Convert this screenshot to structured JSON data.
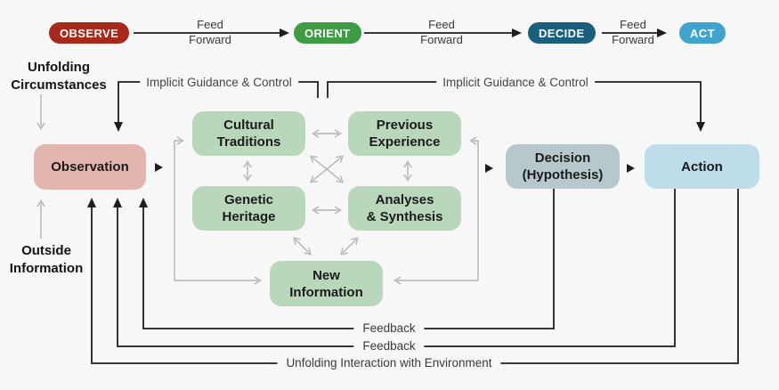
{
  "colors": {
    "background": "#f7f7f7",
    "observe_badge": "#a8281c",
    "orient_badge": "#3f9b44",
    "decide_badge": "#1a5f7e",
    "act_badge": "#41a4ce",
    "observation_box": "#e2b5ae",
    "orient_cluster_box": "#b9d7bb",
    "decision_box": "#b7c8cd",
    "action_box": "#bcdde9",
    "connector_black": "#1e1e1e",
    "connector_gray": "#b4b4b4"
  },
  "ooda_loop": {
    "stages": [
      {
        "label": "OBSERVE"
      },
      {
        "label": "ORIENT"
      },
      {
        "label": "DECIDE"
      },
      {
        "label": "ACT"
      }
    ],
    "feed_forward_arrows": [
      {
        "label": "Feed\nForward"
      },
      {
        "label": "Feed\nForward"
      },
      {
        "label": "Feed\nForward"
      }
    ]
  },
  "inputs": {
    "unfolding_circumstances": "Unfolding\nCircumstances",
    "outside_information": "Outside\nInformation"
  },
  "guidance_labels": {
    "left": "Implicit Guidance & Control",
    "right": "Implicit Guidance & Control"
  },
  "process_boxes": {
    "observation": "Observation",
    "cultural_traditions": "Cultural\nTraditions",
    "previous_experience": "Previous\nExperience",
    "genetic_heritage": "Genetic\nHeritage",
    "analyses_synthesis": "Analyses\n& Synthesis",
    "new_information": "New\nInformation",
    "decision": "Decision\n(Hypothesis)",
    "action": "Action"
  },
  "feedback_lines": {
    "feedback_top": "Feedback",
    "feedback_bottom": "Feedback",
    "environment": "Unfolding Interaction with Environment"
  }
}
